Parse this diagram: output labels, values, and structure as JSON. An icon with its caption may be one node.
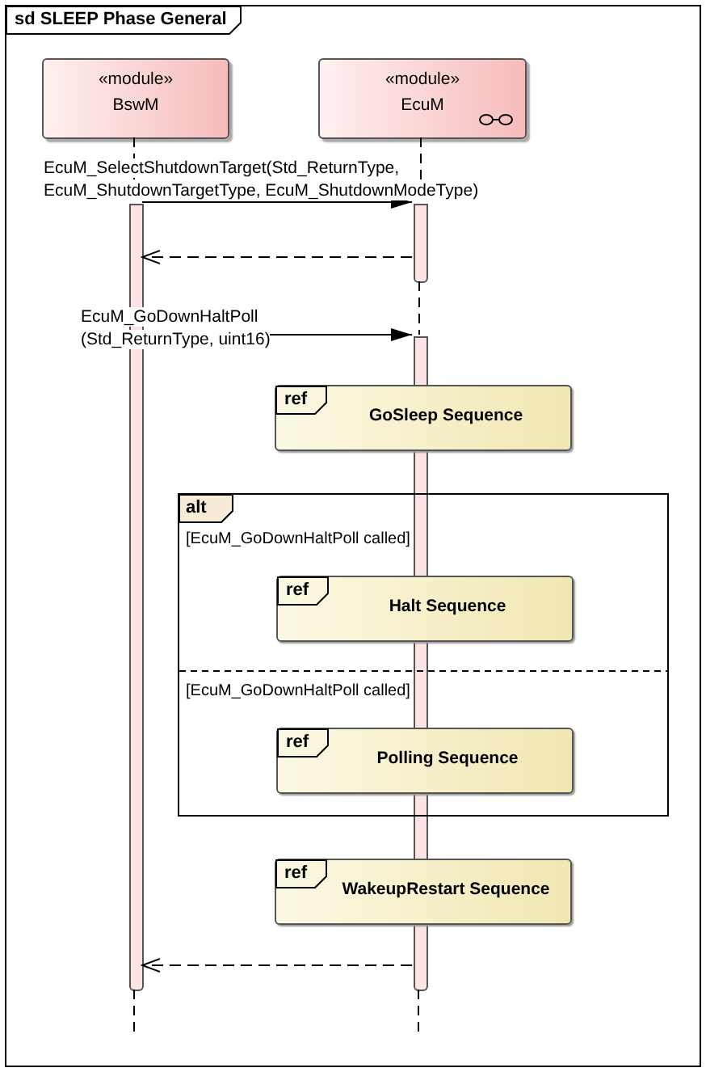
{
  "diagram": {
    "nodes": [
      {
        "text": [
          "sd SLEEP Phase General"
        ]
      },
      {
        "text": [
          "«module»",
          "BswM"
        ],
        "in": 0
      },
      {
        "text": [
          "«module»",
          "EcuM"
        ],
        "in": 0
      },
      {
        "text": [],
        "shape": "bar",
        "in": 0
      },
      {
        "text": [],
        "shape": "bar",
        "in": 0
      },
      {
        "text": [],
        "shape": "bar",
        "in": 0
      },
      {
        "text": [
          "ref",
          "GoSleep Sequence"
        ],
        "in": 0
      },
      {
        "text": [
          "alt",
          "[EcuM_GoDownHaltPoll called]",
          "[EcuM_GoDownHaltPoll called]"
        ],
        "in": 0
      },
      {
        "text": [
          "ref",
          "Halt Sequence"
        ],
        "in": 7
      },
      {
        "text": [
          "ref",
          "Polling Sequence"
        ],
        "in": 7
      },
      {
        "text": [
          "ref",
          "WakeupRestart Sequence"
        ],
        "in": 0
      }
    ],
    "edges": [
      {
        "from": 1,
        "to": 3,
        "arrow": "none",
        "style": "dashed"
      },
      {
        "from": 2,
        "to": 4,
        "arrow": "none",
        "style": "dashed"
      },
      {
        "from": 4,
        "to": 5,
        "arrow": "none",
        "style": "dashed"
      },
      {
        "from": 3,
        "to": 4,
        "arrow": "to",
        "label": "EcuM_SelectShutdownTarget(Std_ReturnType, EcuM_ShutdownTargetType, EcuM_ShutdownModeType)"
      },
      {
        "from": 4,
        "to": 3,
        "arrow": "to",
        "style": "dashed"
      },
      {
        "from": 3,
        "to": 5,
        "arrow": "to",
        "label": "EcuM_GoDownHaltPoll (Std_ReturnType, uint16)"
      },
      {
        "from": 5,
        "to": 3,
        "arrow": "to",
        "style": "dashed"
      }
    ]
  }
}
